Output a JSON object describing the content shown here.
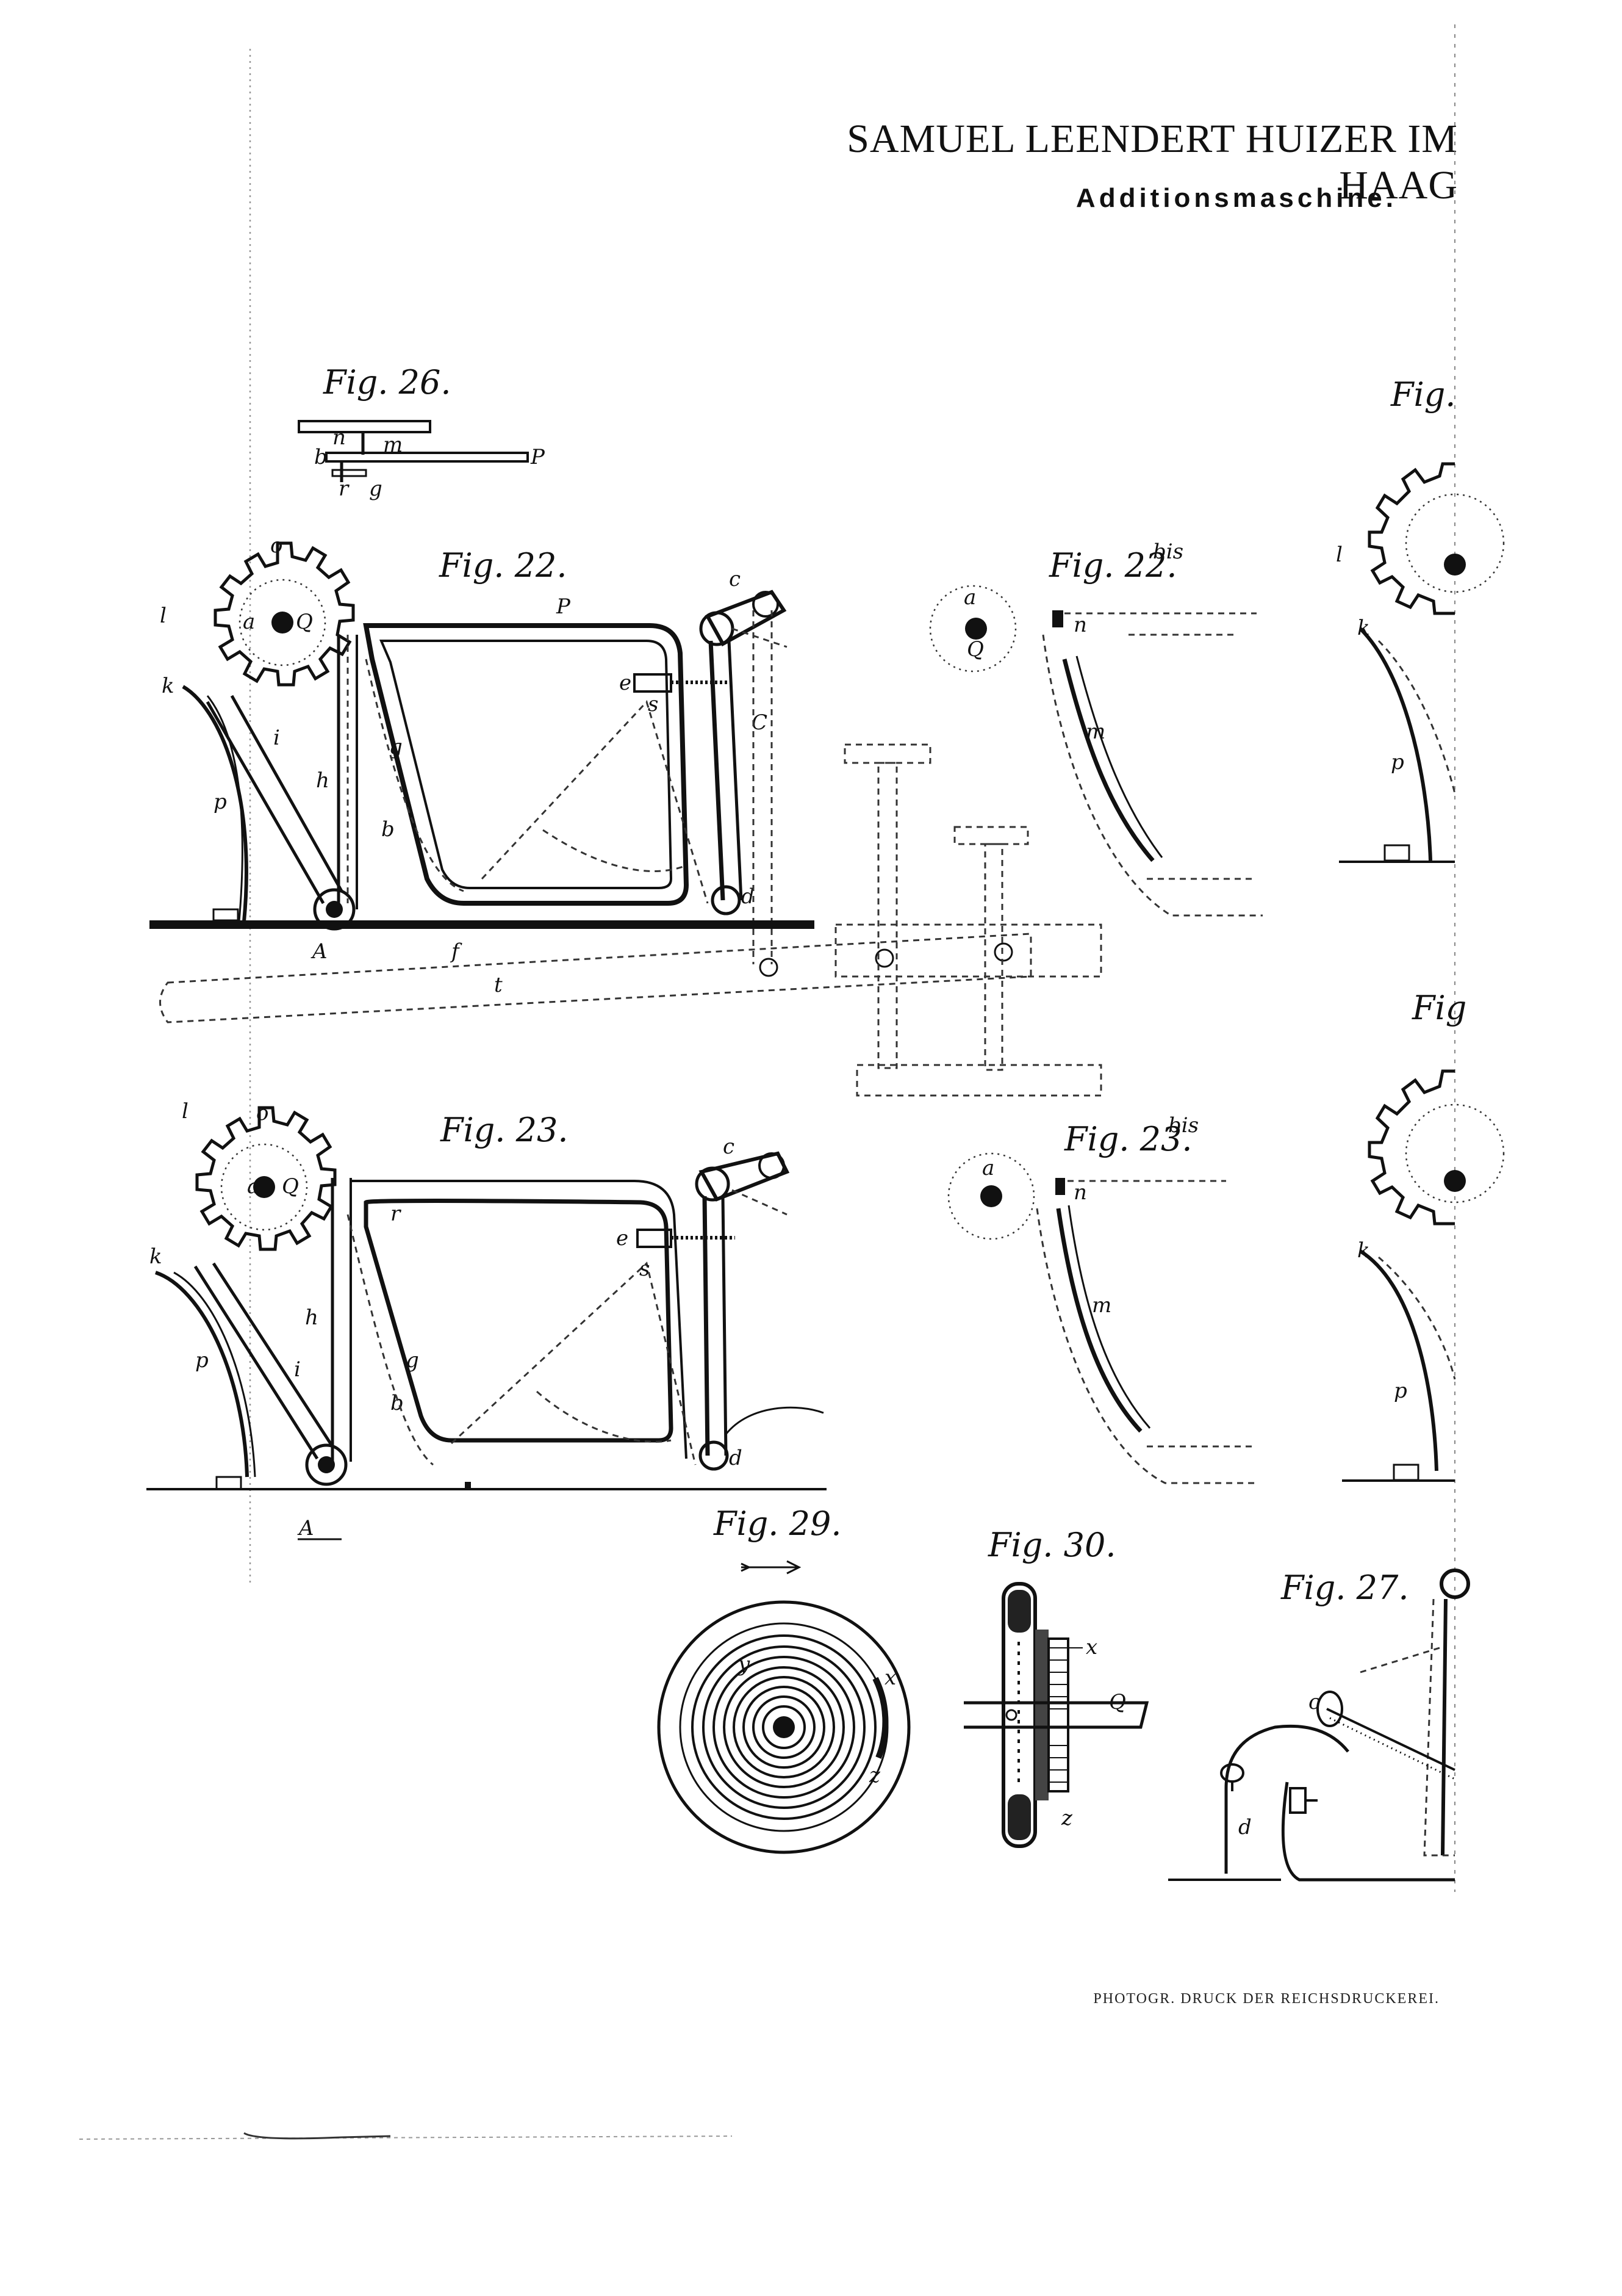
{
  "header": {
    "inventor": "SAMUEL LEENDERT HUIZER IM HAAG",
    "title": "Additionsmaschine."
  },
  "figures": {
    "fig26": "Fig. 26.",
    "fig22": "Fig. 22.",
    "fig22bis": "Fig. 22.",
    "fig23": "Fig. 23.",
    "fig23bis": "Fig. 23.",
    "fig29": "Fig. 29.",
    "fig30": "Fig. 30.",
    "fig27": "Fig. 27.",
    "fig_partial_top": "Fig.",
    "fig_partial_mid": "Fig",
    "bis": "bis"
  },
  "labels": {
    "l": "l",
    "k": "k",
    "o": "o",
    "a": "a",
    "Q": "Q",
    "A": "A",
    "p": "p",
    "i": "i",
    "h": "h",
    "g": "g",
    "b": "b",
    "P": "P",
    "c": "c",
    "C": "C",
    "e": "e",
    "s": "s",
    "d": "d",
    "f": "f",
    "t": "t",
    "n": "n",
    "m": "m",
    "r": "r",
    "x": "x",
    "y": "y",
    "z": "z"
  },
  "footer": "PHOTOGR. DRUCK DER REICHSDRUCKEREI."
}
